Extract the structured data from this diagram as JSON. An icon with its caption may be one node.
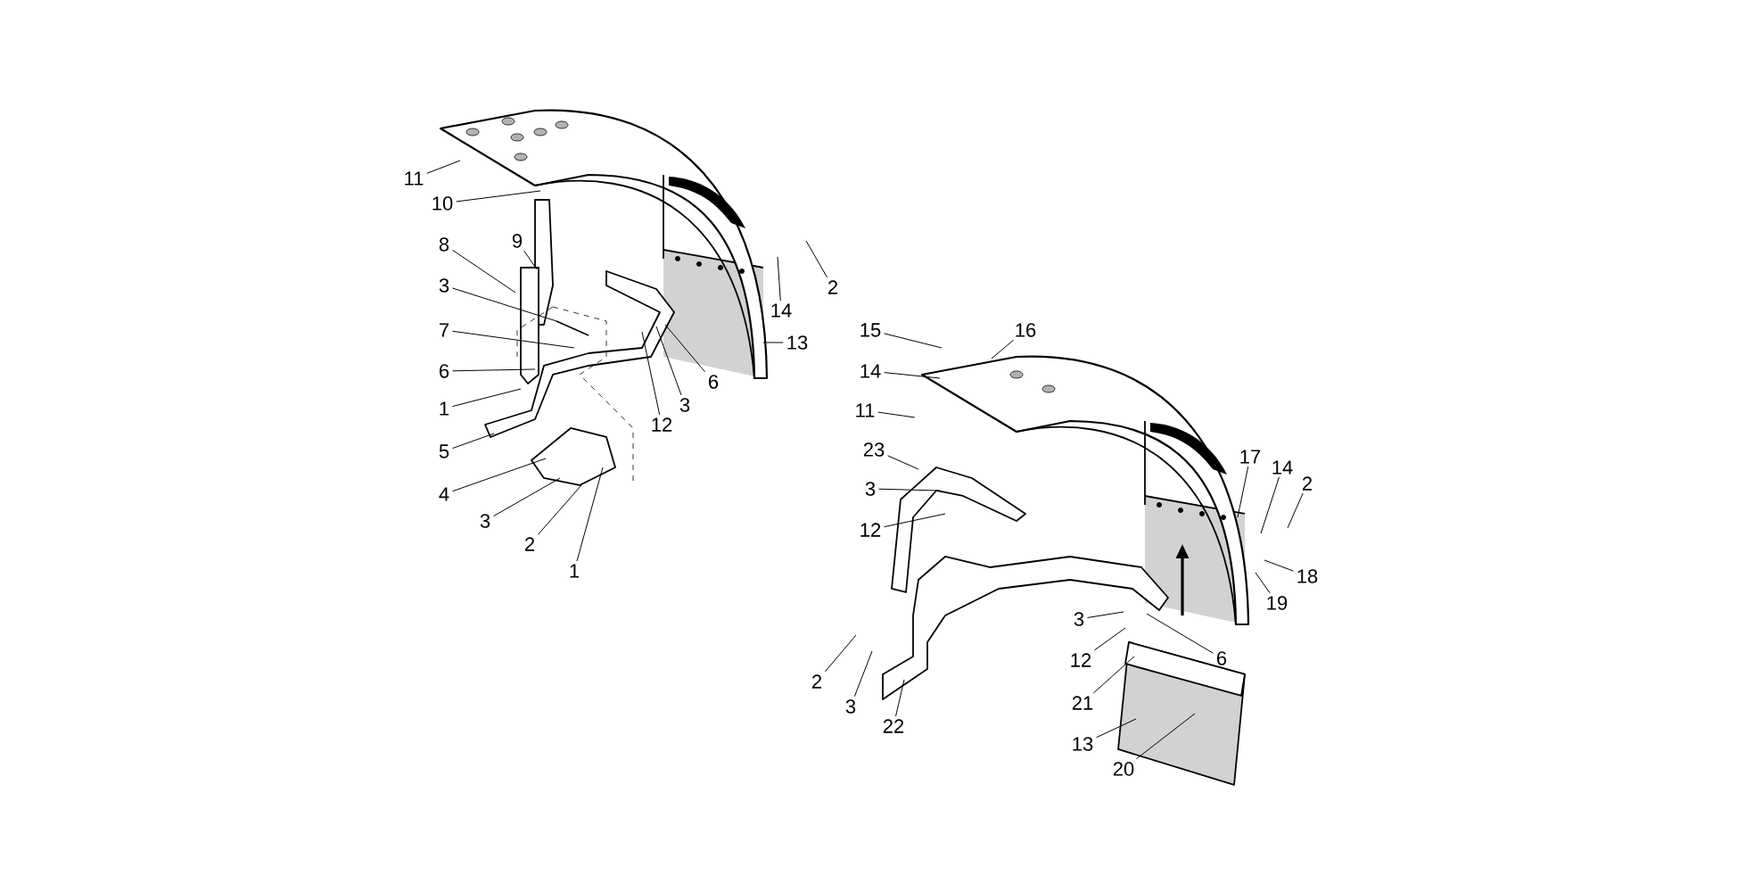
{
  "diagram": {
    "nodes": [
      {
        "text": [
          "11"
        ]
      },
      {
        "text": [
          "10"
        ]
      },
      {
        "text": [
          "8"
        ]
      },
      {
        "text": [
          "9"
        ]
      },
      {
        "text": [
          "3"
        ]
      },
      {
        "text": [
          "7"
        ]
      },
      {
        "text": [
          "6"
        ]
      },
      {
        "text": [
          "1"
        ]
      },
      {
        "text": [
          "5"
        ]
      },
      {
        "text": [
          "4"
        ]
      },
      {
        "text": [
          "3"
        ]
      },
      {
        "text": [
          "2"
        ]
      },
      {
        "text": [
          "1"
        ]
      },
      {
        "text": [
          "12"
        ]
      },
      {
        "text": [
          "3"
        ]
      },
      {
        "text": [
          "6"
        ]
      },
      {
        "text": [
          "13"
        ]
      },
      {
        "text": [
          "14"
        ]
      },
      {
        "text": [
          "2"
        ]
      },
      {
        "text": [
          "15"
        ]
      },
      {
        "text": [
          "16"
        ]
      },
      {
        "text": [
          "14"
        ]
      },
      {
        "text": [
          "11"
        ]
      },
      {
        "text": [
          "23"
        ]
      },
      {
        "text": [
          "3"
        ]
      },
      {
        "text": [
          "12"
        ]
      },
      {
        "text": [
          "17"
        ]
      },
      {
        "text": [
          "14"
        ]
      },
      {
        "text": [
          "2"
        ]
      },
      {
        "text": [
          "18"
        ]
      },
      {
        "text": [
          "19"
        ]
      },
      {
        "text": [
          "2"
        ]
      },
      {
        "text": [
          "3"
        ]
      },
      {
        "text": [
          "22"
        ]
      },
      {
        "text": [
          "3"
        ]
      },
      {
        "text": [
          "12"
        ]
      },
      {
        "text": [
          "6"
        ]
      },
      {
        "text": [
          "21"
        ]
      },
      {
        "text": [
          "13"
        ]
      },
      {
        "text": [
          "20"
        ]
      }
    ],
    "edges": [
      {
        "from": 0,
        "to": null,
        "arrow": "none"
      },
      {
        "from": 1,
        "to": null,
        "arrow": "none"
      },
      {
        "from": 2,
        "to": null,
        "arrow": "none"
      },
      {
        "from": 3,
        "to": null,
        "arrow": "none"
      },
      {
        "from": 4,
        "to": null,
        "arrow": "none"
      },
      {
        "from": 5,
        "to": null,
        "arrow": "none"
      },
      {
        "from": 6,
        "to": null,
        "arrow": "none"
      },
      {
        "from": 7,
        "to": null,
        "arrow": "none"
      },
      {
        "from": 8,
        "to": null,
        "arrow": "none"
      },
      {
        "from": 9,
        "to": null,
        "arrow": "none"
      },
      {
        "from": 10,
        "to": null,
        "arrow": "none"
      },
      {
        "from": 11,
        "to": null,
        "arrow": "none"
      },
      {
        "from": 12,
        "to": null,
        "arrow": "none"
      },
      {
        "from": 13,
        "to": null,
        "arrow": "none"
      },
      {
        "from": 14,
        "to": null,
        "arrow": "none"
      },
      {
        "from": 15,
        "to": null,
        "arrow": "none"
      },
      {
        "from": 16,
        "to": null,
        "arrow": "none"
      },
      {
        "from": 17,
        "to": null,
        "arrow": "none"
      },
      {
        "from": 18,
        "to": null,
        "arrow": "none"
      },
      {
        "from": 19,
        "to": null,
        "arrow": "none"
      },
      {
        "from": 20,
        "to": null,
        "arrow": "none"
      },
      {
        "from": 21,
        "to": null,
        "arrow": "none"
      },
      {
        "from": 22,
        "to": null,
        "arrow": "none"
      },
      {
        "from": 23,
        "to": null,
        "arrow": "none"
      },
      {
        "from": 24,
        "to": null,
        "arrow": "none"
      },
      {
        "from": 25,
        "to": null,
        "arrow": "none"
      },
      {
        "from": 26,
        "to": null,
        "arrow": "none"
      },
      {
        "from": 27,
        "to": null,
        "arrow": "none"
      },
      {
        "from": 28,
        "to": null,
        "arrow": "none"
      },
      {
        "from": 29,
        "to": null,
        "arrow": "none"
      },
      {
        "from": 30,
        "to": null,
        "arrow": "none"
      },
      {
        "from": 31,
        "to": null,
        "arrow": "none"
      },
      {
        "from": 32,
        "to": null,
        "arrow": "none"
      },
      {
        "from": 33,
        "to": null,
        "arrow": "none"
      },
      {
        "from": 34,
        "to": null,
        "arrow": "none"
      },
      {
        "from": 35,
        "to": null,
        "arrow": "none"
      },
      {
        "from": 36,
        "to": null,
        "arrow": "none"
      },
      {
        "from": 37,
        "to": null,
        "arrow": "none"
      },
      {
        "from": 38,
        "to": null,
        "arrow": "none"
      },
      {
        "from": 39,
        "to": null,
        "arrow": "none"
      }
    ]
  }
}
